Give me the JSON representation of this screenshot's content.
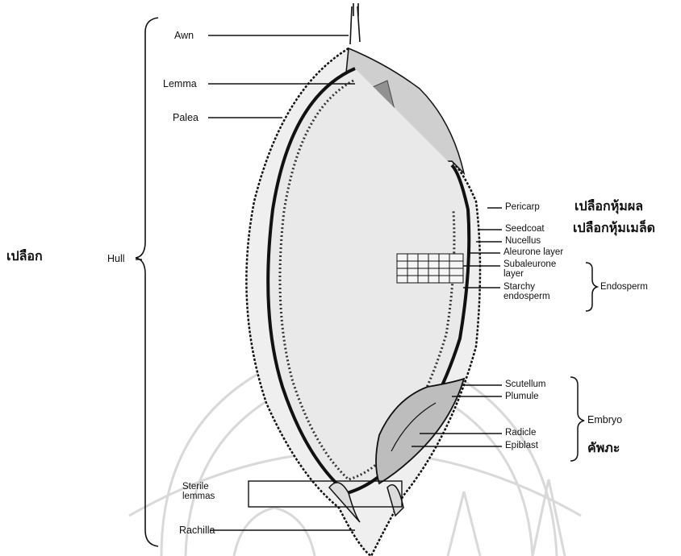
{
  "diagram": {
    "hull_labels": {
      "awn": "Awn",
      "lemma": "Lemma",
      "palea": "Palea",
      "hull": "Hull",
      "hull_thai": "เปลือก"
    },
    "grain_layers": {
      "pericarp": "Pericarp",
      "pericarp_thai": "เปลือกหุ้มผล",
      "seedcoat": "Seedcoat",
      "seedcoat_thai": "เปลือกหุ้มเมล็ด",
      "nucellus": "Nucellus",
      "aleurone": "Aleurone layer"
    },
    "endosperm": {
      "subaleurone_1": "Subaleurone",
      "subaleurone_2": "layer",
      "starchy_1": "Starchy",
      "starchy_2": "endosperm",
      "group": "Endosperm"
    },
    "embryo": {
      "scutellum": "Scutellum",
      "plumule": "Plumule",
      "radicle": "Radicle",
      "epiblast": "Epiblast",
      "group": "Embryo",
      "group_thai": "คัพภะ"
    },
    "base": {
      "sterile_1": "Sterile",
      "sterile_2": "lemmas",
      "rachilla": "Rachilla"
    }
  },
  "colors": {
    "ink": "#111111",
    "watermark": "#d9d9d9",
    "seed_fill": "#e9e9e9"
  }
}
